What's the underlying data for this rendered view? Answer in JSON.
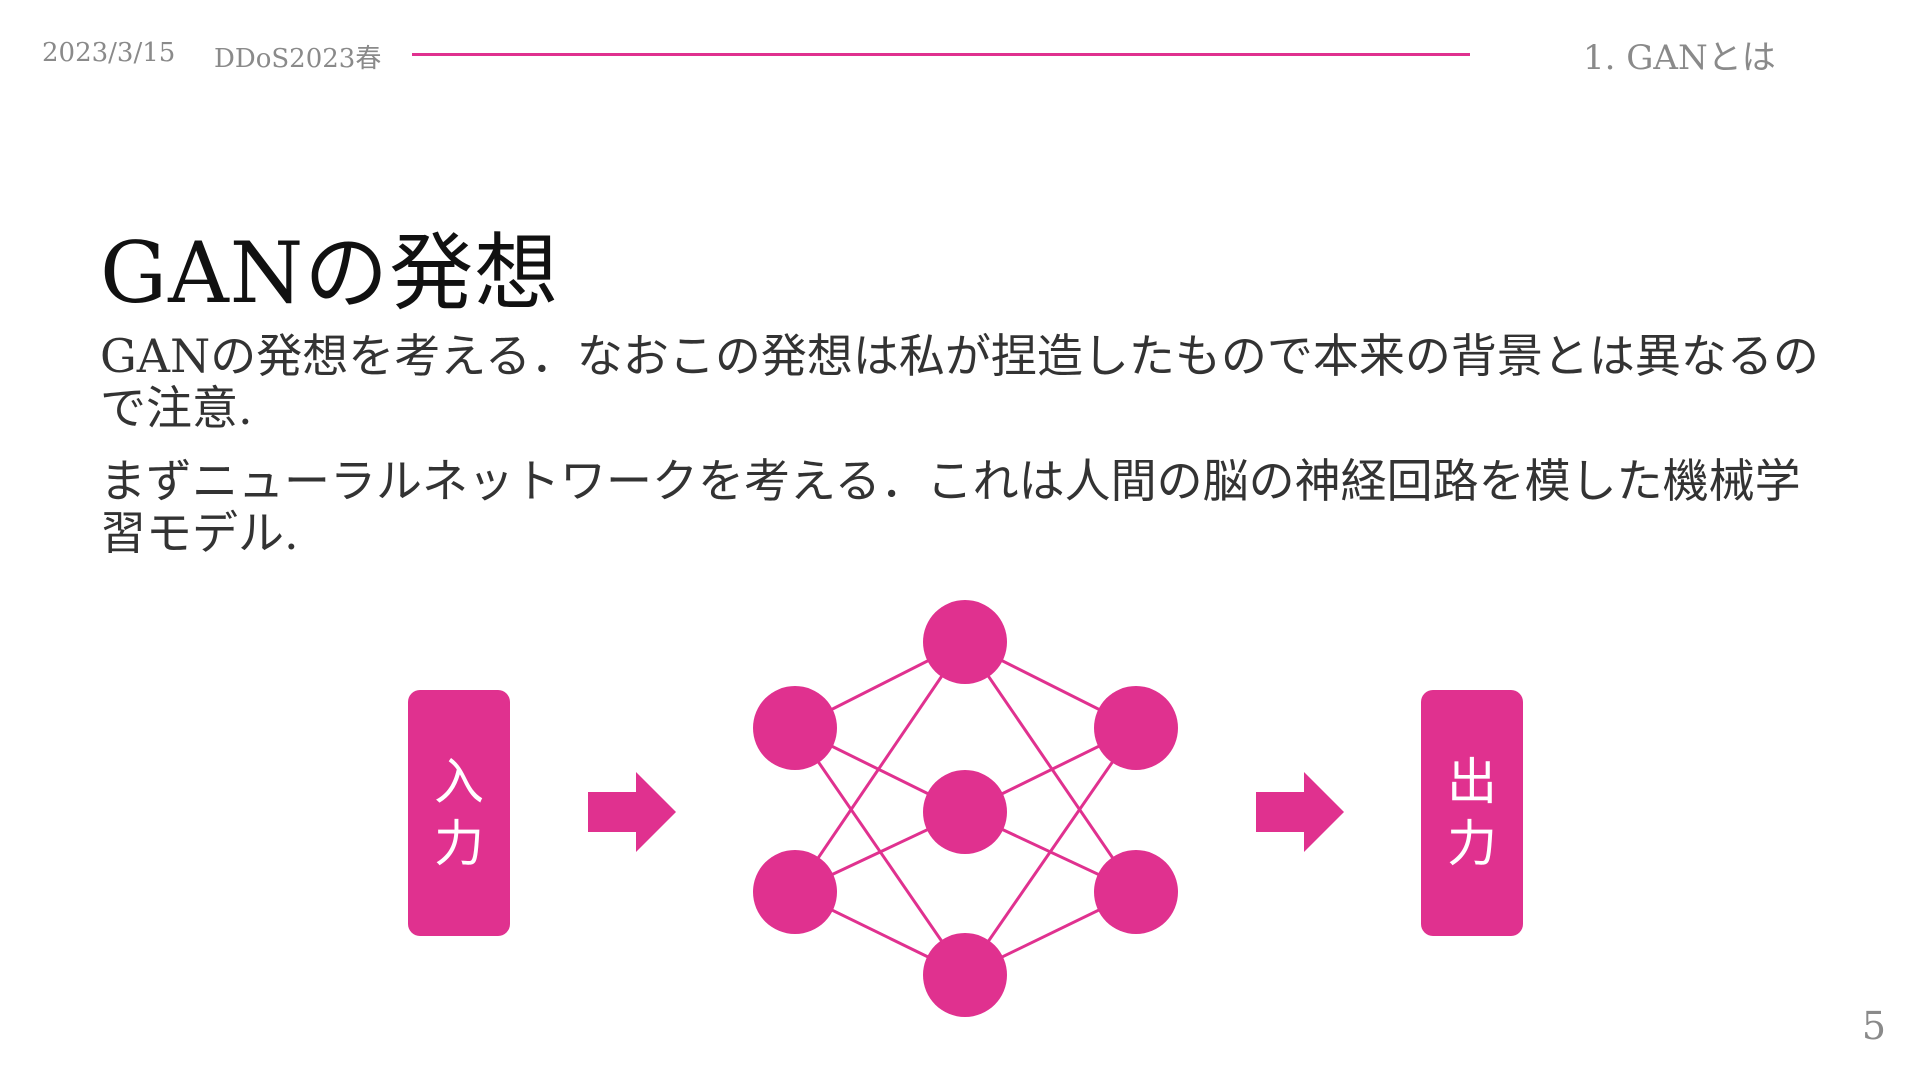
{
  "header": {
    "date": "2023/3/15",
    "event": "DDoS2023春",
    "section": "1. GANとは"
  },
  "slide": {
    "title": "GANの発想",
    "paragraphs": [
      "GANの発想を考える．なおこの発想は私が捏造したもので本来の背景とは異なるので注意.",
      "まずニューラルネットワークを考える．これは人間の脳の神経回路を模した機械学習モデル."
    ],
    "page_number": "5"
  },
  "diagram": {
    "input_chars": [
      "入",
      "力"
    ],
    "output_chars": [
      "出",
      "力"
    ],
    "layers": [
      2,
      3,
      2
    ]
  },
  "colors": {
    "accent": "#e0318f",
    "header_text": "#8a8a8a",
    "title_text": "#111111",
    "body_text": "#333333"
  }
}
